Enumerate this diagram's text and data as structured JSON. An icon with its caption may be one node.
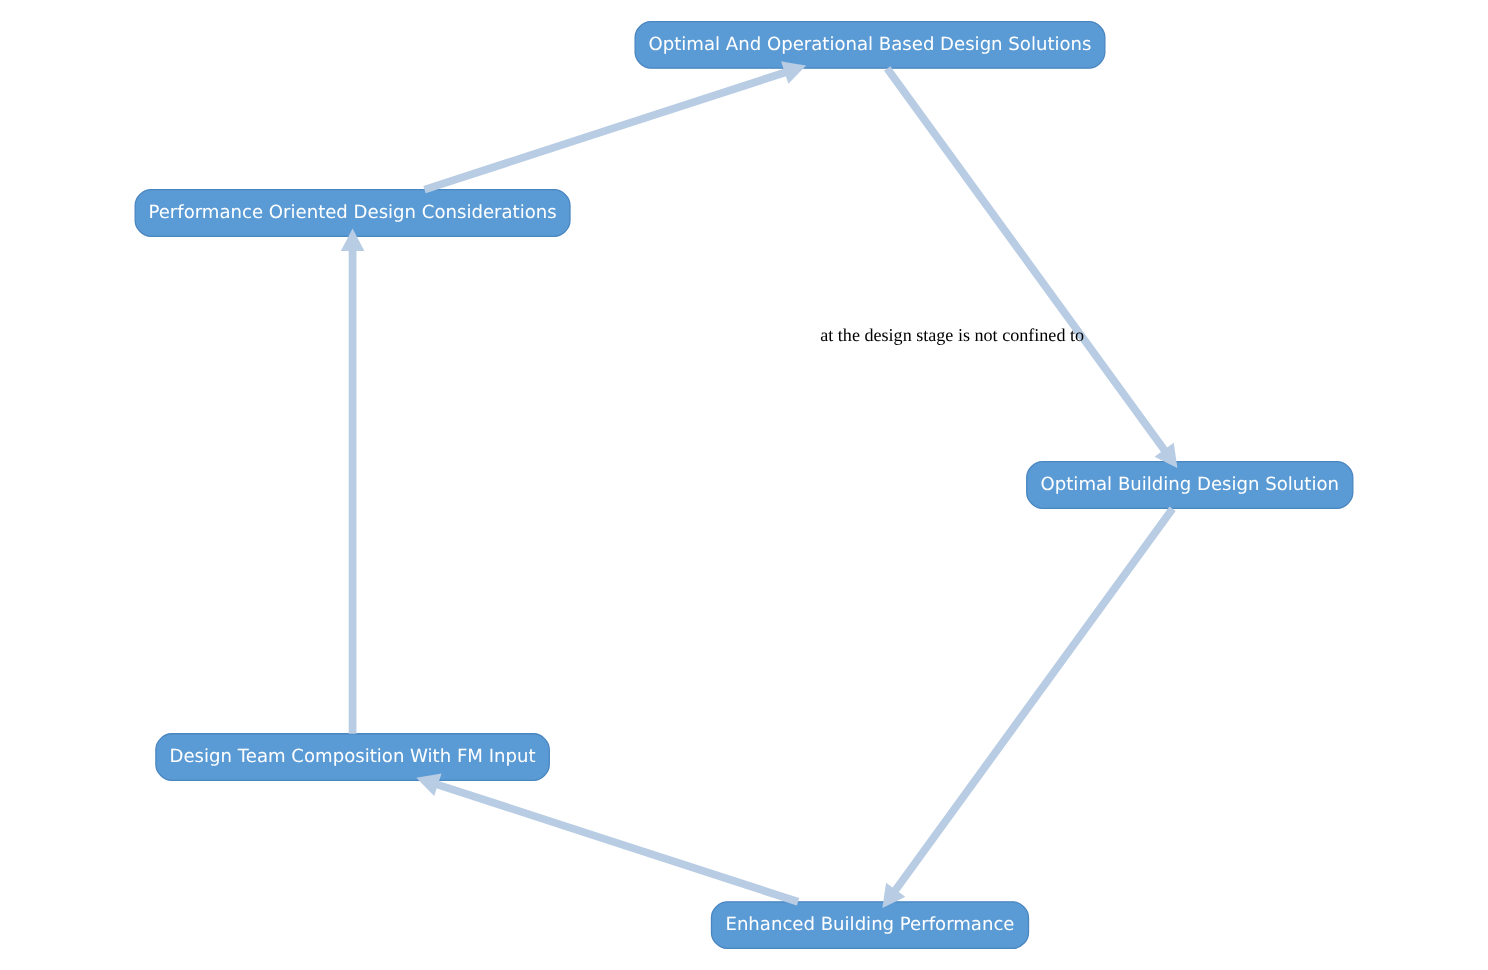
{
  "diagram": {
    "nodes": [
      {
        "text": [
          "Enhanced Building Performance"
        ]
      },
      {
        "text": [
          "Design Team Composition With FM Input"
        ]
      },
      {
        "text": [
          "Performance Oriented Design Considerations"
        ]
      },
      {
        "text": [
          "Optimal And Operational Based Design Solutions"
        ]
      },
      {
        "text": [
          "Optimal Building Design Solution"
        ]
      }
    ],
    "edges": [
      {
        "from": 0,
        "to": 1,
        "arrow": "to"
      },
      {
        "from": 1,
        "to": 2,
        "arrow": "to"
      },
      {
        "from": 2,
        "to": 3,
        "arrow": "to"
      },
      {
        "from": 3,
        "to": 4,
        "arrow": "to"
      },
      {
        "from": 4,
        "to": 0,
        "arrow": "to"
      }
    ],
    "labels": [
      "at the design stage is not confined to"
    ]
  }
}
